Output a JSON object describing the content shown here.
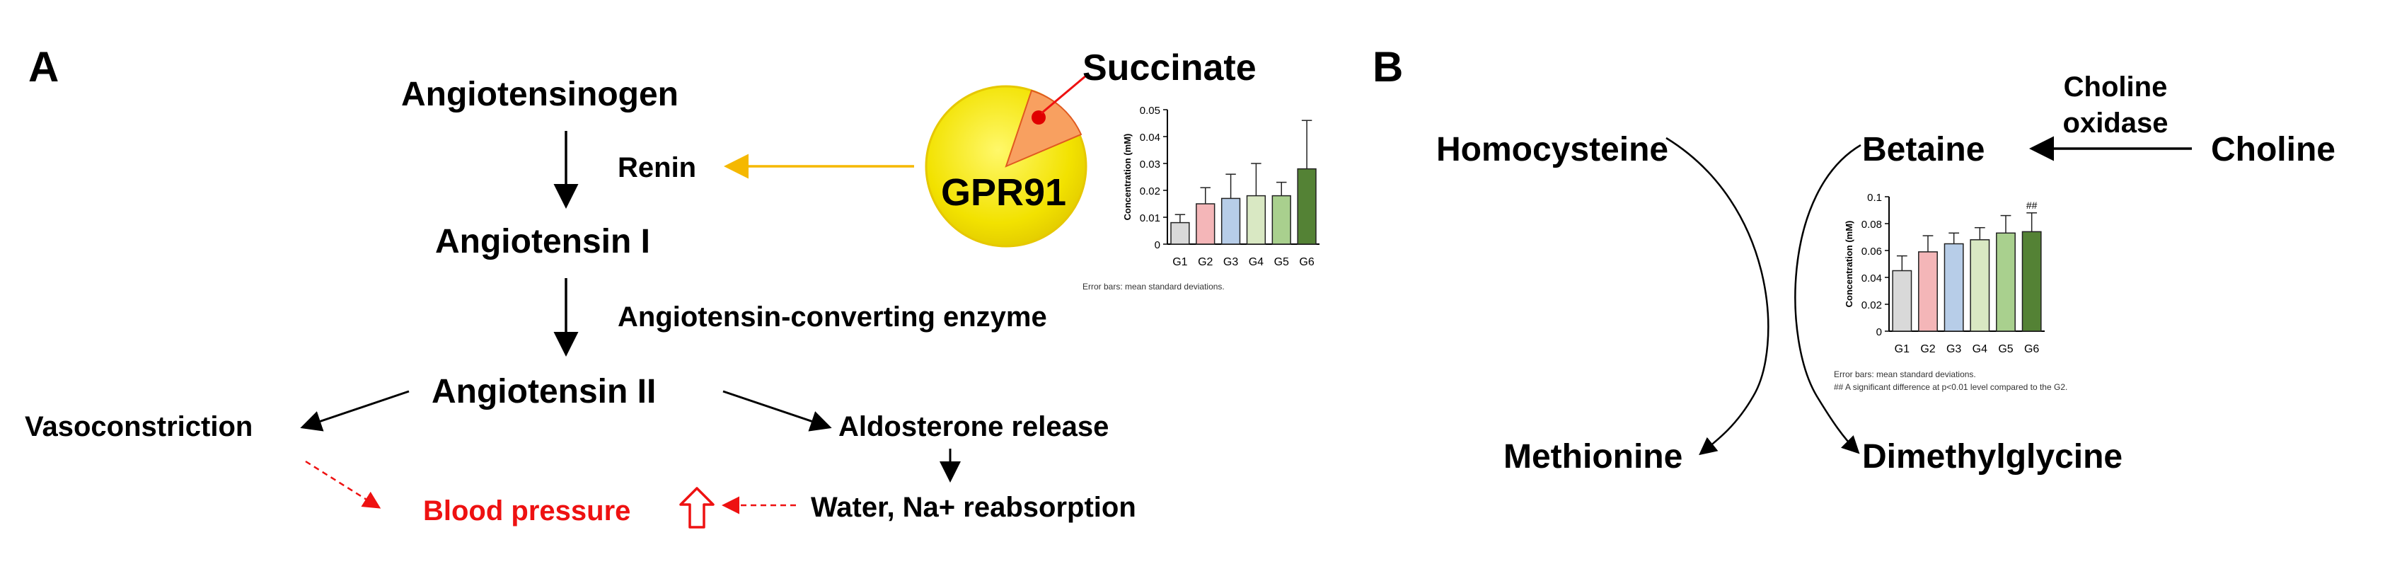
{
  "panel_a": {
    "label": "A",
    "angiotensinogen": "Angiotensinogen",
    "renin": "Renin",
    "angiotensin_i": "Angiotensin I",
    "ace": "Angiotensin-converting enzyme",
    "angiotensin_ii": "Angiotensin II",
    "vasoconstriction": "Vasoconstriction",
    "aldosterone": "Aldosterone release",
    "water_na": "Water, Na+ reabsorption",
    "blood_pressure": "Blood pressure",
    "succinate": "Succinate",
    "gpr91": "GPR91"
  },
  "panel_b": {
    "label": "B",
    "homocysteine": "Homocysteine",
    "betaine": "Betaine",
    "choline": "Choline",
    "choline_oxidase": "Choline oxidase",
    "methionine": "Methionine",
    "dimethylglycine": "Dimethylglycine"
  },
  "colors": {
    "red": "#ee1111",
    "arrow_yellow": "#f5b800",
    "gpr91_fill": "#f2e200",
    "gpr91_edge": "#e6c800",
    "wedge": "#f47b30",
    "bars": [
      "#d9d9d9",
      "#f4b6b8",
      "#b7cde8",
      "#d9e8c3",
      "#a9d08e",
      "#548235"
    ]
  },
  "chart_data": [
    {
      "type": "bar",
      "categories": [
        "G1",
        "G2",
        "G3",
        "G4",
        "G5",
        "G6"
      ],
      "values": [
        0.008,
        0.015,
        0.017,
        0.018,
        0.018,
        0.028
      ],
      "errors": [
        0.003,
        0.006,
        0.009,
        0.012,
        0.005,
        0.018
      ],
      "ylabel": "Concentration (mM)",
      "yticks": [
        0,
        0.01,
        0.02,
        0.03,
        0.04,
        0.05
      ],
      "ylim": [
        0,
        0.05
      ],
      "note": "Error bars: mean standard deviations."
    },
    {
      "type": "bar",
      "categories": [
        "G1",
        "G2",
        "G3",
        "G4",
        "G5",
        "G6"
      ],
      "values": [
        0.045,
        0.059,
        0.065,
        0.068,
        0.073,
        0.074
      ],
      "errors": [
        0.011,
        0.012,
        0.008,
        0.009,
        0.013,
        0.014
      ],
      "ylabel": "Concentration (mM)",
      "yticks": [
        0,
        0.02,
        0.04,
        0.06,
        0.08,
        0.1
      ],
      "tick_labels": [
        "0",
        "0.02",
        "0.04",
        "0.06",
        "0.08",
        "0.1"
      ],
      "ylim": [
        0,
        0.1
      ],
      "annotation": "##",
      "note": "Error bars: mean standard deviations.",
      "note2": "## A significant difference at p<0.01 level compared to the G2."
    }
  ]
}
